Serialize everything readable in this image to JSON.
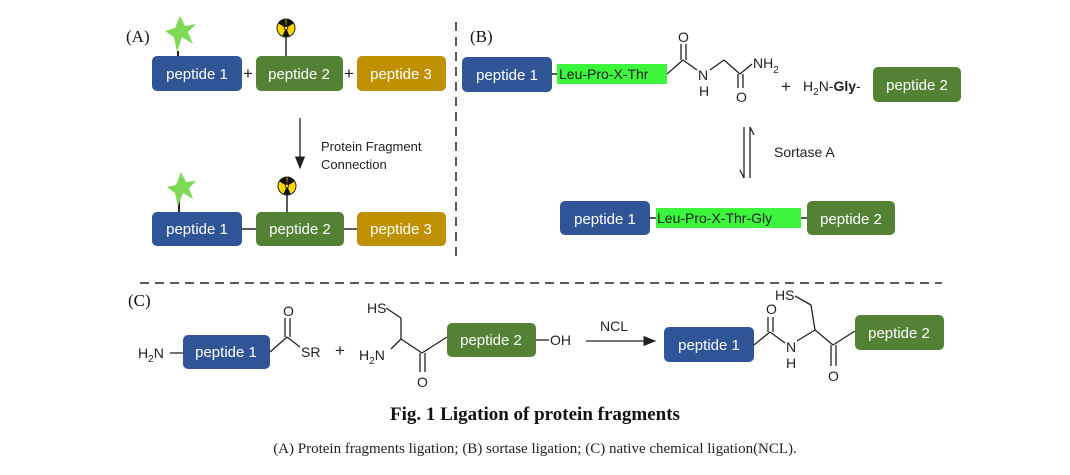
{
  "colors": {
    "peptide1": "#2f5597",
    "peptide2": "#548235",
    "peptide3": "#bf9000",
    "highlight": "#3df53d",
    "star": "#7ed957",
    "radiation_bg": "#ffd700"
  },
  "panel_a": {
    "label": "(A)",
    "peptide1": "peptide 1",
    "peptide2": "peptide 2",
    "peptide3": "peptide 3",
    "plus": "+",
    "arrow_line1": "Protein Fragment",
    "arrow_line2": "Connection"
  },
  "panel_b": {
    "label": "(B)",
    "peptide1": "peptide 1",
    "peptide2": "peptide 2",
    "motif": "Leu-Pro-X-Thr",
    "product_motif": "Leu-Pro-X-Thr-Gly",
    "o_label": "O",
    "nh2_label": "NH",
    "sub2": "2",
    "n_label": "N",
    "h_label": "H",
    "plus": "+",
    "h2n_h": "H",
    "h2n_n": "N-",
    "gly": "Gly",
    "dash": "-",
    "enzyme": "Sortase A"
  },
  "panel_c": {
    "label": "(C)",
    "h2n": "N",
    "peptide1": "peptide 1",
    "peptide2": "peptide 2",
    "sr": "SR",
    "plus": "+",
    "hs": "HS",
    "o": "O",
    "oh": "OH",
    "ncl": "NCL",
    "n": "N",
    "h": "H"
  },
  "caption": {
    "title": "Fig. 1    Ligation of protein fragments",
    "text": "(A) Protein fragments ligation; (B) sortase ligation; (C) native chemical ligation(NCL)."
  }
}
